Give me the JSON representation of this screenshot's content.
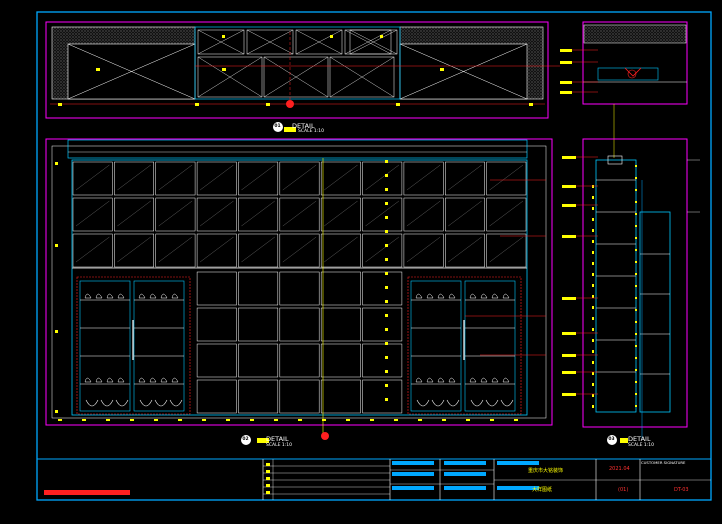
{
  "drawing": {
    "sheet": "elevation sheet",
    "colors": {
      "frame": "#00a8ff",
      "border": "#ff00ff",
      "cabinet": "#00c8ff",
      "panel": "#ffffff",
      "dim": "#ff2020",
      "tag": "#ffff00",
      "detail_line": "#ff4040"
    },
    "callouts": [
      {
        "id": "top",
        "number": "01",
        "title": "DETAIL",
        "scale": "SCALE 1:10"
      },
      {
        "id": "main",
        "number": "02",
        "title": "DETAIL",
        "scale": "SCALE 1:10"
      },
      {
        "id": "side",
        "number": "03",
        "title": "DETAIL",
        "scale": "SCALE 1:10"
      }
    ],
    "icons": [
      "section-marker-icon",
      "level-marker-icon"
    ]
  },
  "title_block": {
    "project": "重庆市大铭装饰",
    "drawing_name": "大样图纸",
    "date": "2021.04",
    "customer_label": "CUSTOMER SIGNATURE",
    "sheet_no": "DT-03",
    "revision": "(01)"
  }
}
